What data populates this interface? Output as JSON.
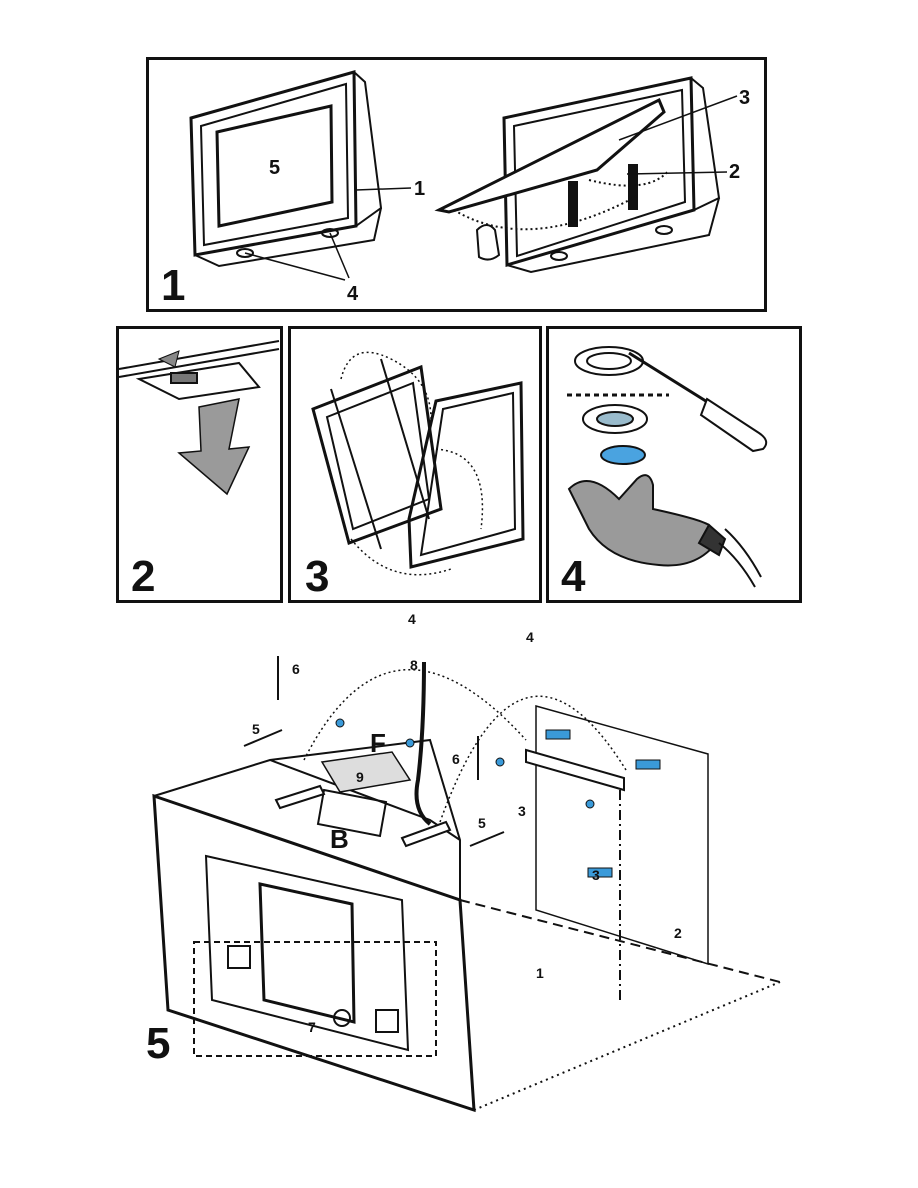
{
  "panels": {
    "p1": {
      "number": "1",
      "callouts": {
        "a": "1",
        "b": "2",
        "c": "3",
        "d": "4",
        "screen": "5"
      }
    },
    "p2": {
      "number": "2"
    },
    "p3": {
      "number": "3"
    },
    "p4": {
      "number": "4"
    },
    "p5": {
      "number": "5",
      "callouts": {
        "arc_left": "4",
        "arc_right": "4",
        "spring_left": "6",
        "spring_right": "6",
        "cable": "8",
        "filter": "9",
        "letter_f": "F",
        "letter_b": "B",
        "arrow_left": "5",
        "arrow_right": "5",
        "screw_a": "3",
        "screw_b": "3",
        "wall": "2",
        "hand": "1",
        "knob": "7"
      }
    }
  },
  "colors": {
    "line": "#111111",
    "screw_blue": "#3a9ad9",
    "filter_light": "#dddddd",
    "glove": "#9a9a9a",
    "lens_blue": "#4aa3e0"
  }
}
